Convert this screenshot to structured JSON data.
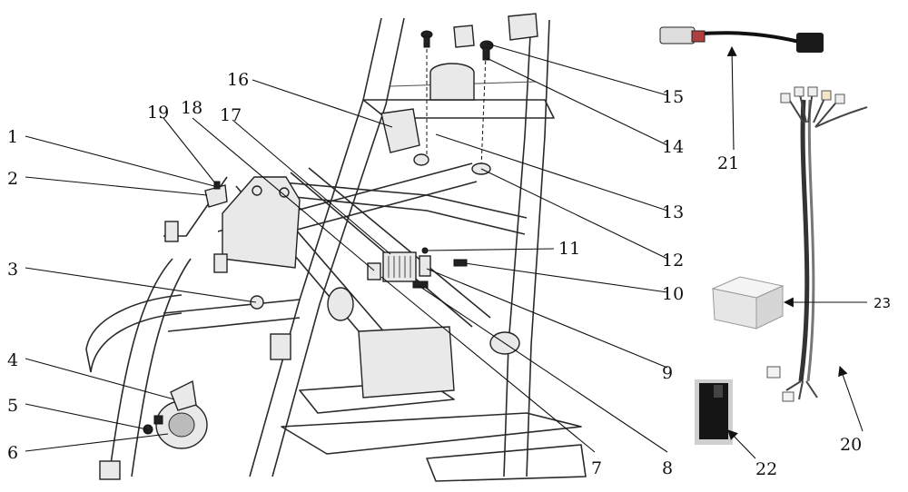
{
  "callouts": {
    "c1": "1",
    "c2": "2",
    "c3": "3",
    "c4": "4",
    "c5": "5",
    "c6": "6",
    "c7": "7",
    "c8": "8",
    "c9": "9",
    "c10": "10",
    "c11": "11",
    "c12": "12",
    "c13": "13",
    "c14": "14",
    "c15": "15",
    "c16": "16",
    "c17": "17",
    "c18": "18",
    "c19": "19",
    "c20": "20",
    "c21": "21",
    "c22": "22",
    "c23": "23"
  },
  "colors": {
    "line": "#2a2a2a",
    "background": "#ffffff",
    "part_fill": "#e9e9e9"
  }
}
